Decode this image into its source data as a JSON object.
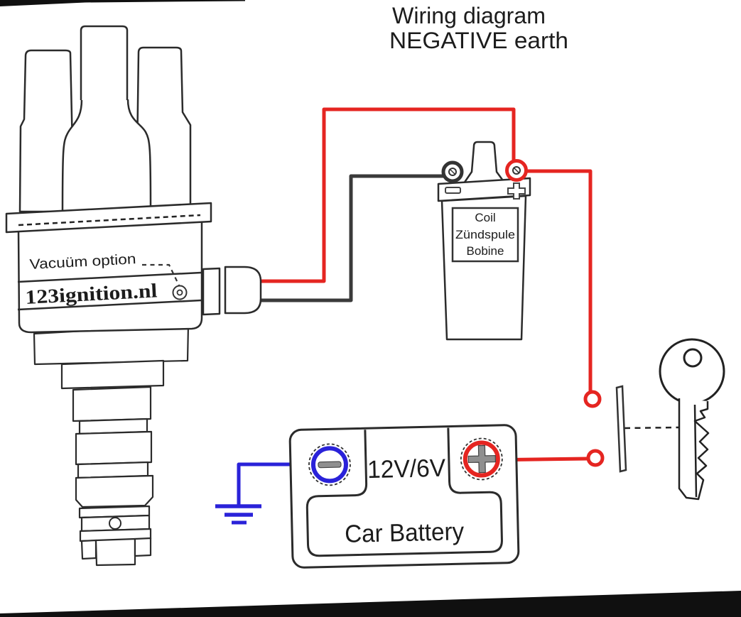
{
  "title": {
    "line1": "Wiring diagram",
    "line2": "NEGATIVE earth"
  },
  "distributor": {
    "vacuum_label": "Vacuüm option",
    "brand": "123ignition.nl"
  },
  "coil": {
    "label_line1": "Coil",
    "label_line2": "Zündspule",
    "label_line3": "Bobine",
    "negative_symbol": "−",
    "positive_symbol": "+"
  },
  "battery": {
    "voltage": "12V/6V",
    "name": "Car Battery",
    "negative_symbol": "−",
    "positive_symbol": "+"
  },
  "colors": {
    "wire_red": "#e52521",
    "wire_black": "#3a3a3a",
    "wire_blue": "#2a22d9",
    "outline": "#2b2b2b"
  }
}
